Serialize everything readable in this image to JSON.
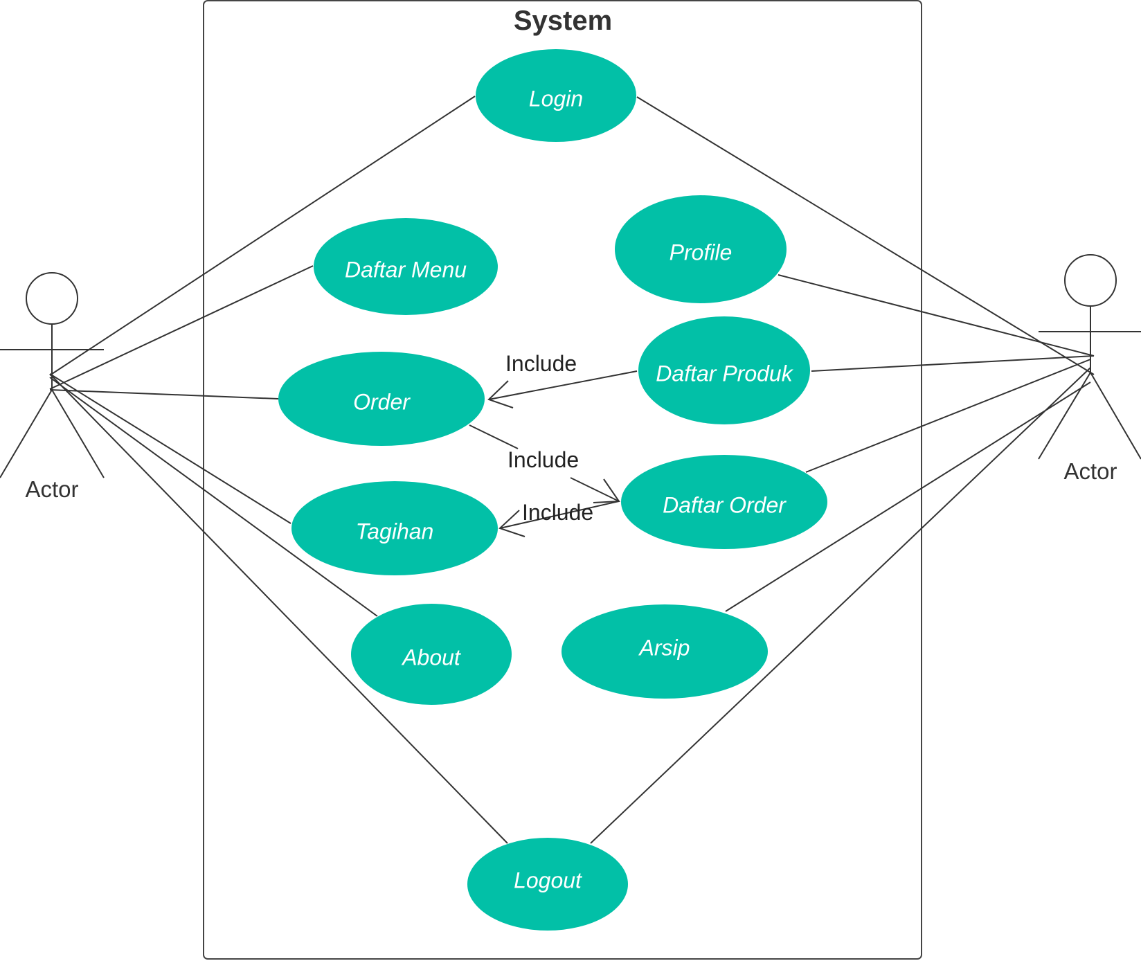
{
  "system": {
    "title": "System"
  },
  "actors": [
    {
      "id": "left",
      "label": "Actor"
    },
    {
      "id": "right",
      "label": "Actor"
    }
  ],
  "use_cases": [
    {
      "id": "login",
      "label": "Login"
    },
    {
      "id": "daftar_menu",
      "label": "Daftar Menu"
    },
    {
      "id": "profile",
      "label": "Profile"
    },
    {
      "id": "order",
      "label": "Order"
    },
    {
      "id": "daftar_produk",
      "label": "Daftar Produk"
    },
    {
      "id": "tagihan",
      "label": "Tagihan"
    },
    {
      "id": "daftar_order",
      "label": "Daftar  Order"
    },
    {
      "id": "about",
      "label": "About"
    },
    {
      "id": "arsip",
      "label": "Arsip"
    },
    {
      "id": "logout",
      "label": "Logout"
    }
  ],
  "relations": [
    {
      "from": "daftar_produk",
      "to": "order",
      "label": "Include"
    },
    {
      "from": "order",
      "to": "daftar_order",
      "label": "Include"
    },
    {
      "from": "daftar_order",
      "to": "tagihan",
      "label": "Include"
    }
  ],
  "colors": {
    "use_case_fill": "#02c0a7",
    "line": "#333333",
    "border": "#444444"
  }
}
